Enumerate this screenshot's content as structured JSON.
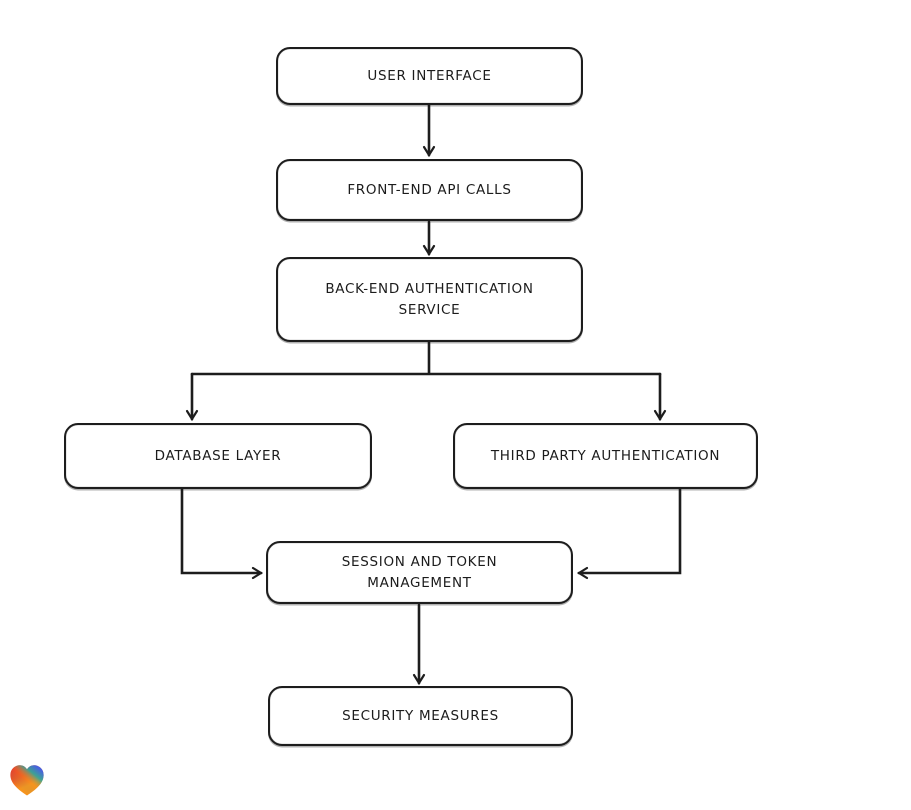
{
  "diagram": {
    "type": "flowchart",
    "background": "#ffffff",
    "style": "hand-drawn",
    "colors": {
      "node_stroke": "#1d1d1d",
      "node_fill": "#ffffff",
      "text": "#1c1c1c",
      "arrow": "#1d1d1d"
    },
    "nodes": [
      {
        "id": "user-interface",
        "label": "USER INTERFACE"
      },
      {
        "id": "front-end-api-calls",
        "label": "FRONT-END API CALLS"
      },
      {
        "id": "back-end-authentication-service",
        "label": "BACK-END AUTHENTICATION SERVICE"
      },
      {
        "id": "database-layer",
        "label": "DATABASE LAYER"
      },
      {
        "id": "third-party-authentication",
        "label": "THIRD PARTY AUTHENTICATION"
      },
      {
        "id": "session-and-token-management",
        "label": "SESSION AND TOKEN MANAGEMENT"
      },
      {
        "id": "security-measures",
        "label": "SECURITY MEASURES"
      }
    ],
    "edges": [
      {
        "from": "user-interface",
        "to": "front-end-api-calls"
      },
      {
        "from": "front-end-api-calls",
        "to": "back-end-authentication-service"
      },
      {
        "from": "back-end-authentication-service",
        "to": "database-layer"
      },
      {
        "from": "back-end-authentication-service",
        "to": "third-party-authentication"
      },
      {
        "from": "database-layer",
        "to": "session-and-token-management"
      },
      {
        "from": "third-party-authentication",
        "to": "session-and-token-management"
      },
      {
        "from": "session-and-token-management",
        "to": "security-measures"
      }
    ],
    "logo": {
      "name": "gradient-heart-logo",
      "colors": [
        "#e82330",
        "#f7941d",
        "#2aa8a0",
        "#4a5fe6"
      ]
    }
  }
}
